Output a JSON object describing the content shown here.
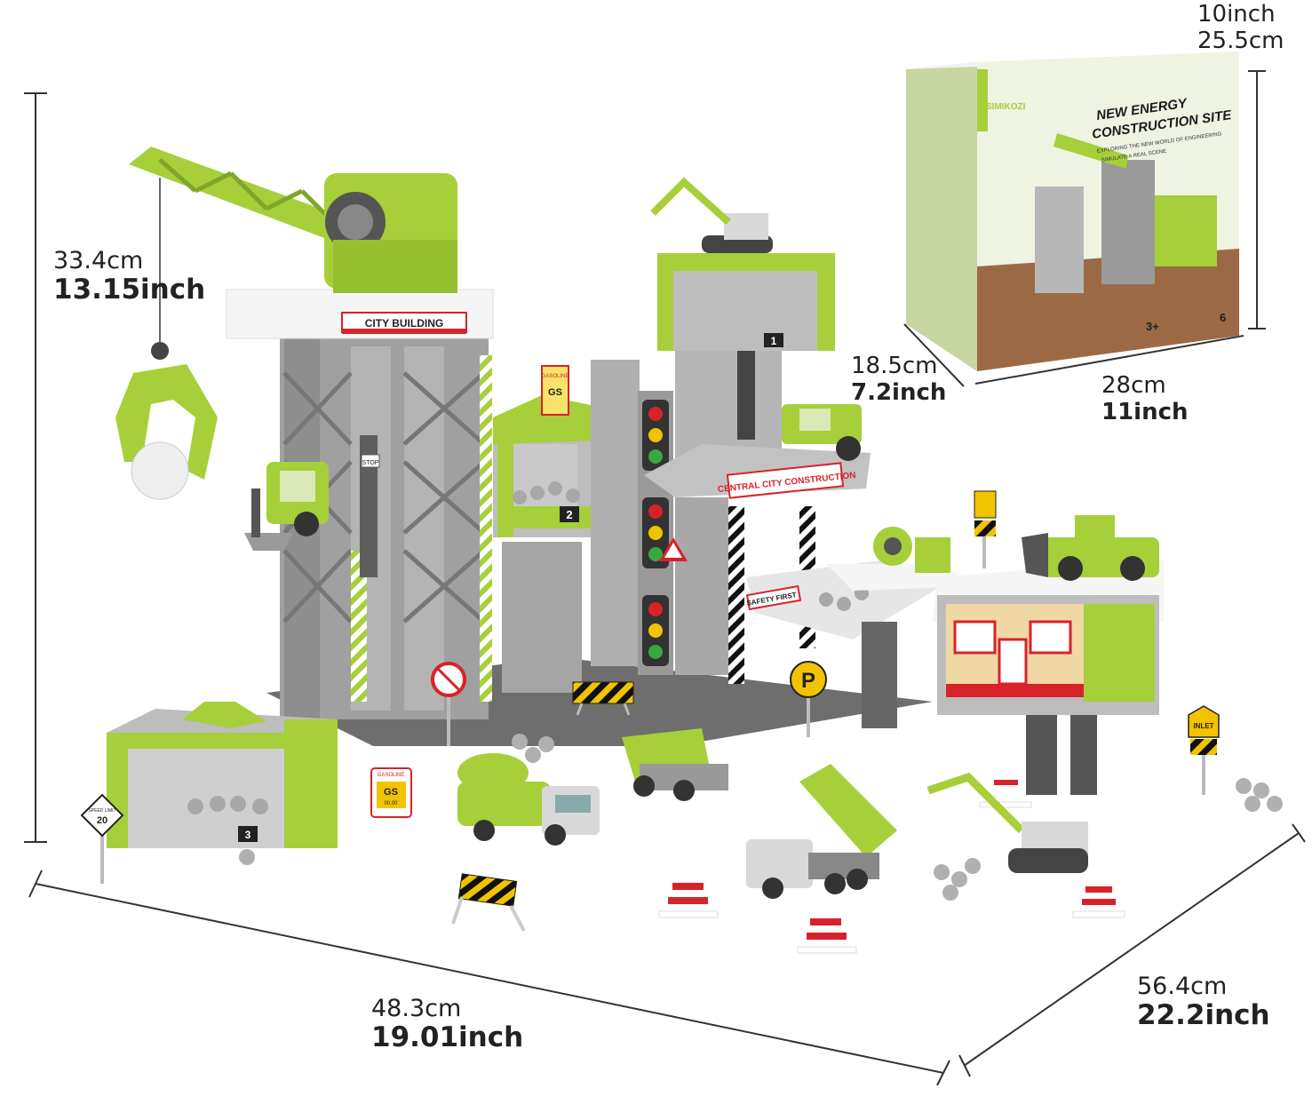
{
  "product": {
    "brand": "SIMIKOZI",
    "box_title_line1": "NEW ENERGY",
    "box_title_line2": "CONSTRUCTION SITE",
    "box_tagline": "EXPLORING THE NEW WORLD OF ENGINEERING",
    "box_tagline2": "SIMULATE A REAL SCENE",
    "box_age": "3+",
    "box_badge": "6"
  },
  "dimensions": {
    "height": {
      "cm": "33.4cm",
      "inch": "13.15inch"
    },
    "width": {
      "cm": "48.3cm",
      "inch": "19.01inch"
    },
    "depth": {
      "cm": "56.4cm",
      "inch": "22.2inch"
    },
    "box_height": {
      "inch": "10inch",
      "cm": "25.5cm"
    },
    "box_depth": {
      "cm": "18.5cm",
      "inch": "7.2inch"
    },
    "box_width": {
      "cm": "28cm",
      "inch": "11inch"
    }
  },
  "playset_labels": {
    "city_building": "CITY BUILDING",
    "central_city": "CENTRAL CITY CONSTRUCTION",
    "safety_first": "SAFETY FIRST",
    "gasoline": "GASOLINE",
    "gs": "GS",
    "gs_price": "00.00",
    "stop": "STOP",
    "parking": "P",
    "inlet": "INLET",
    "speed_limit": "SPEED LIMIT",
    "speed_value": "20",
    "floor_1": "1",
    "floor_2": "2",
    "floor_3": "3"
  },
  "colors": {
    "lime": "#a6cf3a",
    "lime_dark": "#7fa62a",
    "gray": "#9a9a9a",
    "gray_dark": "#5c5c5c",
    "red": "#d8222a"
  }
}
